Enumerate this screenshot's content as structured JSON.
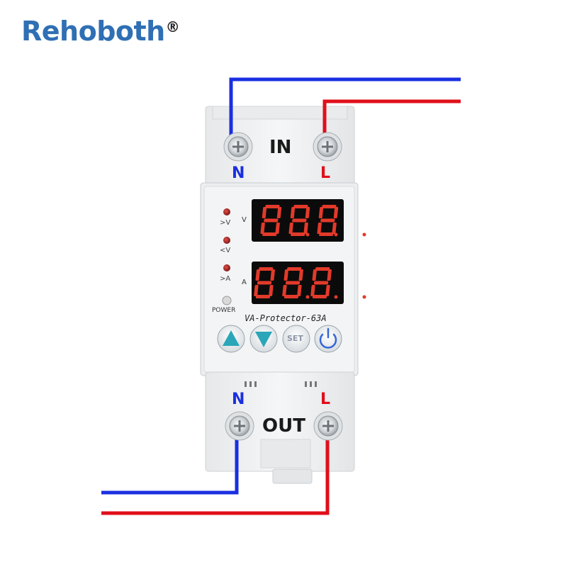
{
  "brand": {
    "name": "Rehoboth",
    "mark": "®"
  },
  "device": {
    "model_label": "VA-Protector-63A",
    "input_label": "IN",
    "output_label": "OUT",
    "neutral_label": "N",
    "line_label": "L",
    "indicators": [
      {
        "label": ">V"
      },
      {
        "label": "<V"
      },
      {
        "label": ">A"
      },
      {
        "label": "POWER"
      }
    ],
    "display_units": {
      "voltage": "V",
      "current": "A"
    },
    "buttons": {
      "up": "up-arrow",
      "down": "down-arrow",
      "set": "SET",
      "power": "power-icon"
    }
  },
  "wires": {
    "neutral_color": "#1a2fe0",
    "line_color": "#e00f1a"
  },
  "colors": {
    "brand": "#2f6fb4",
    "led_red": "#b3201a",
    "display_bg": "#0b0b0b",
    "segment": "#e23a2a"
  }
}
